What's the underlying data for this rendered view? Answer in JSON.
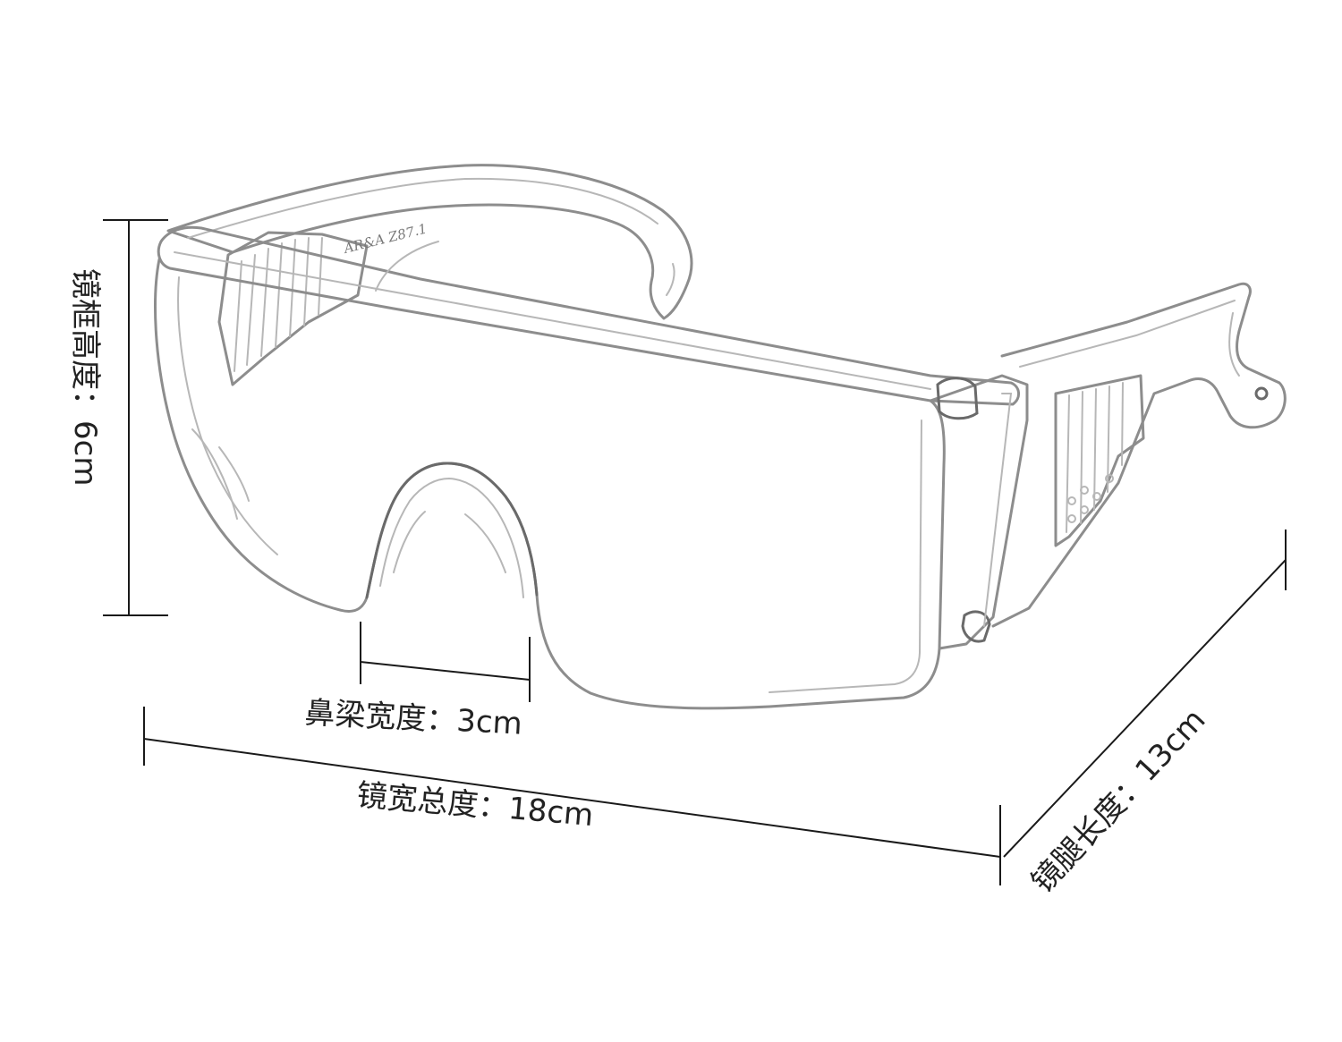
{
  "dimensions": {
    "frame_height": {
      "label": "镜框高度：",
      "value": "6cm"
    },
    "nose_bridge_width": {
      "label": "鼻梁宽度：",
      "value": "3cm"
    },
    "total_width": {
      "label": "镜宽总度：",
      "value": "18cm"
    },
    "temple_length": {
      "label": "镜腿长度：",
      "value": "13cm"
    }
  },
  "product": {
    "temple_print": "AR&A Z87.1"
  },
  "colors": {
    "dimension_line": "#1a1a1a",
    "label_text": "#222222",
    "glass_edge": "#8d8d8d"
  }
}
